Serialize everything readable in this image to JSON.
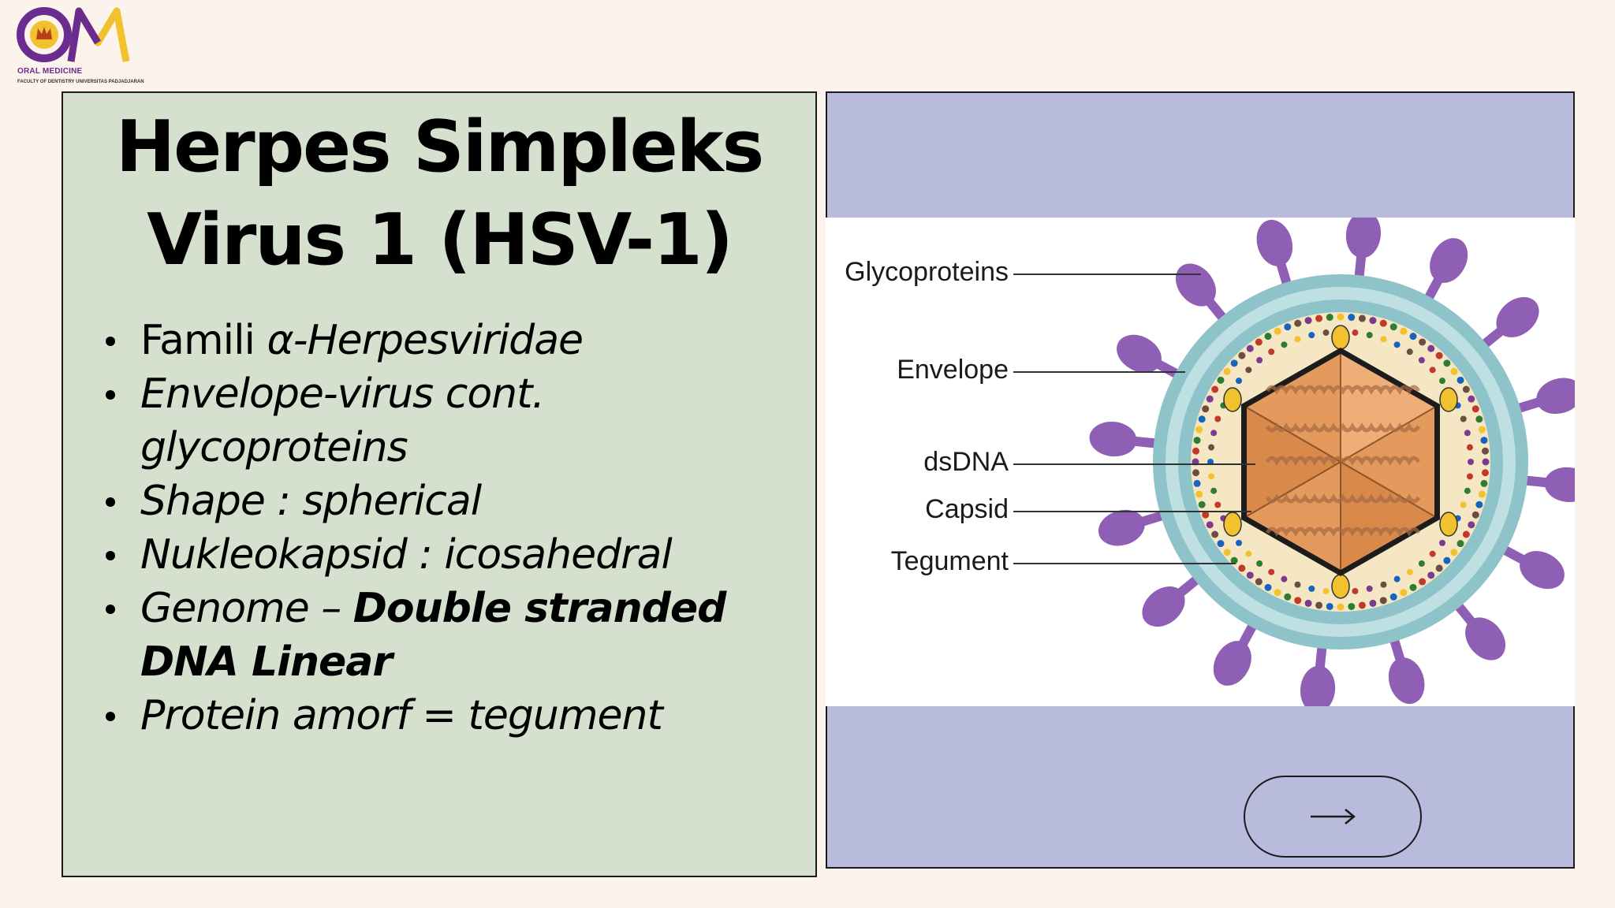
{
  "logo": {
    "text": "ORAL MEDICINE",
    "subtext": "FACULTY OF DENTISTRY  UNIVERSITAS PADJADJARAN",
    "colors": {
      "purple": "#6a2c8f",
      "yellow": "#f2c12e"
    }
  },
  "title": {
    "line1": "Herpes Simpleks",
    "line2": "Virus 1 (HSV-1)"
  },
  "bullets": [
    {
      "plain": "Famili ",
      "italic": "α-Herpesviridae"
    },
    {
      "italic": "Envelope-virus cont. glycoproteins"
    },
    {
      "italic": "Shape : spherical"
    },
    {
      "italic": "Nukleokapsid : icosahedral"
    },
    {
      "italic": "Genome – ",
      "bold": "Double stranded DNA Linear"
    },
    {
      "italic": "Protein amorf = tegument"
    }
  ],
  "diagram": {
    "labels": {
      "glycoproteins": "Glycoproteins",
      "envelope": "Envelope",
      "dsdna": "dsDNA",
      "capsid": "Capsid",
      "tegument": "Tegument"
    },
    "colors": {
      "spike": "#8e5fb5",
      "envelope": "#8ec3c9",
      "capsid": "#e49a5c",
      "tegument": "#f6e7c4"
    }
  },
  "nav": {
    "next_icon": "arrow-right-icon"
  },
  "colors": {
    "background": "#fcf3ed",
    "left_panel": "#d6e0cf",
    "right_panel": "#b9bbdc"
  }
}
